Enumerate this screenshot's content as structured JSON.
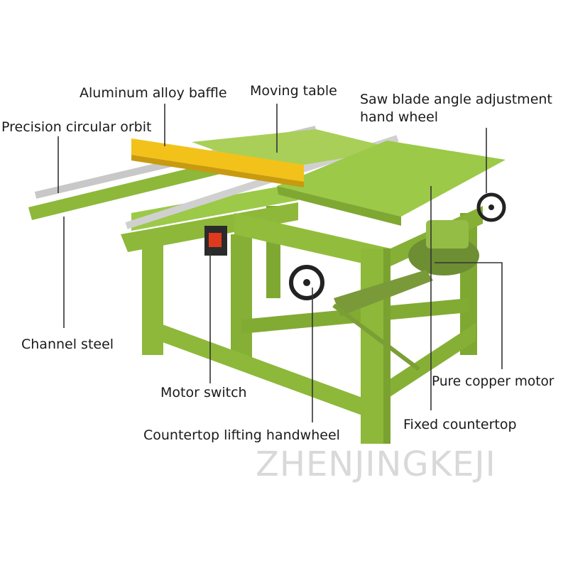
{
  "labels": {
    "aluminum_baffle": "Aluminum alloy baffle",
    "moving_table": "Moving table",
    "saw_angle_line1": "Saw blade angle adjustment",
    "saw_angle_line2": "hand wheel",
    "circular_orbit": "Precision circular orbit",
    "channel_steel": "Channel steel",
    "motor_switch": "Motor switch",
    "lifting_handwheel": "Countertop lifting handwheel",
    "copper_motor": "Pure copper motor",
    "fixed_countertop": "Fixed countertop"
  },
  "watermark": "ZHENJINGKEJI",
  "colors": {
    "frame_green": "#8db83a",
    "table_green": "#9cc948",
    "fence_yellow": "#f2c21a",
    "rail_silver": "#c8c8c8",
    "switch_red": "#e03a1e"
  }
}
